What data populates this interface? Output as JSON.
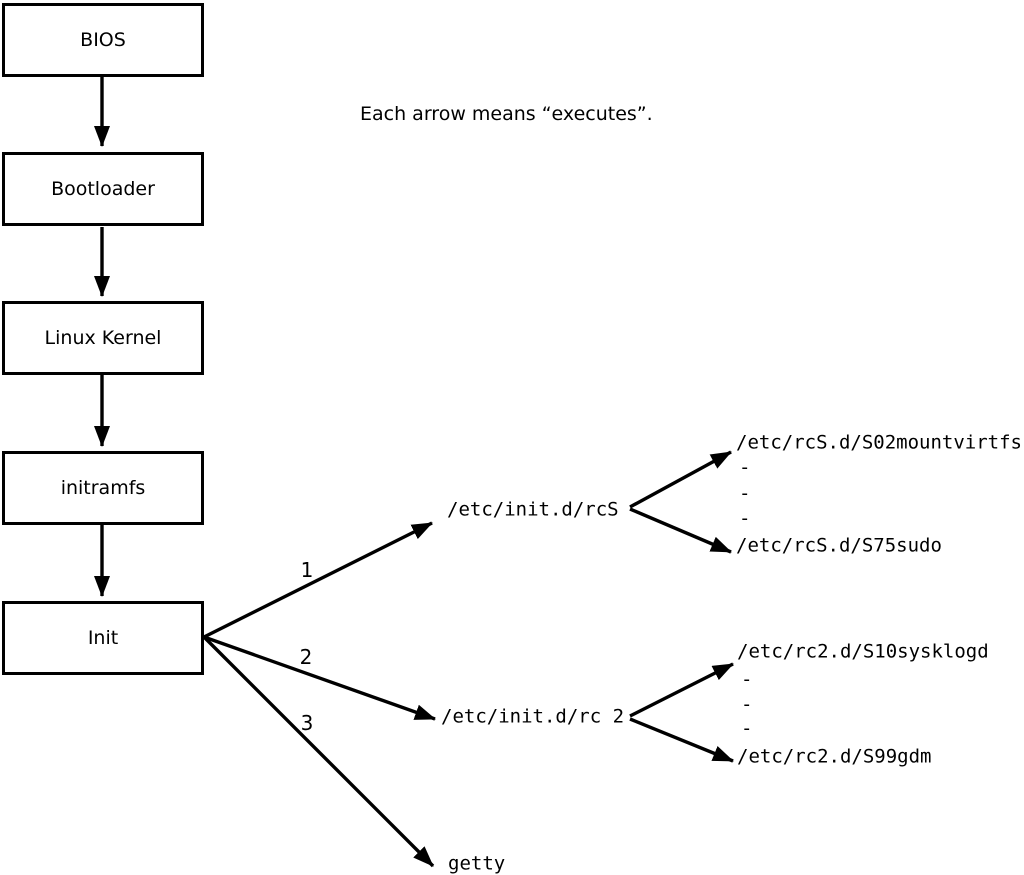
{
  "diagram": {
    "caption": "Each arrow means “executes”.",
    "chain": [
      {
        "label": "BIOS"
      },
      {
        "label": "Bootloader"
      },
      {
        "label": "Linux Kernel"
      },
      {
        "label": "initramfs"
      },
      {
        "label": "Init"
      }
    ],
    "branches": [
      {
        "order": "1",
        "target": "/etc/init.d/rcS"
      },
      {
        "order": "2",
        "target": "/etc/init.d/rc 2"
      },
      {
        "order": "3",
        "target": "getty"
      }
    ],
    "rcs_scripts": {
      "first": "/etc/rcS.d/S02mountvirtfs",
      "ellipsis": [
        "-",
        "-",
        "-"
      ],
      "last": "/etc/rcS.d/S75sudo"
    },
    "rc2_scripts": {
      "first": "/etc/rc2.d/S10sysklogd",
      "ellipsis": [
        "-",
        "-",
        "-"
      ],
      "last": "/etc/rc2.d/S99gdm"
    },
    "colors": {
      "stroke": "#000000",
      "box_fill": "#ffffff",
      "text": "#000000",
      "background": "#ffffff"
    }
  }
}
